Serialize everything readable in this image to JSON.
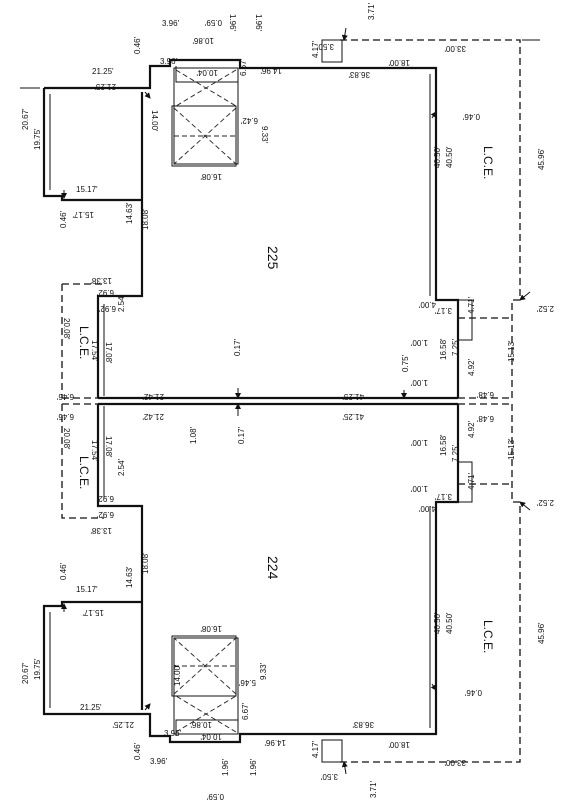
{
  "units": {
    "north": {
      "number": "225",
      "lce_upper": "L.C.E.",
      "lce_lower": "L.C.E.",
      "dims": {
        "d_20_67": "20.67'",
        "d_19_75": "19.75'",
        "d_21_25a": "21.25'",
        "d_21_25b": "21.25'",
        "d_0_46a": "0.46'",
        "d_3_96a": "3.96'",
        "d_3_96b": "3.96'",
        "d_0_59": "0.59'",
        "d_10_86": "10.86'",
        "d_10_04": "10.04'",
        "d_1_96a": "1.96'",
        "d_1_96b": "1.96'",
        "d_14_96": "14.96'",
        "d_14_00": "14.00'",
        "d_6_42": "6.42'",
        "d_9_33": "9.33'",
        "d_16_08": "16.08'",
        "d_6_67": "6.67'",
        "d_4_17": "4.17'",
        "d_3_50": "3.50'",
        "d_3_71": "3.71'",
        "d_36_83": "36.83'",
        "d_18_00": "18.00'",
        "d_33_00": "33.00'",
        "d_0_46b": "0.46'",
        "d_40_50a": "40.50'",
        "d_40_50b": "40.50'",
        "d_45_96": "45.96'",
        "d_15_17a": "15.17'",
        "d_15_17b": "15.17'",
        "d_0_46c": "0.46'",
        "d_14_63": "14.63'",
        "d_18_08": "18.08'",
        "d_13_38": "13.38'",
        "d_6_92a": "6.92'",
        "d_6_92b": "6.92'",
        "d_2_54": "2.54'",
        "d_20_08": "20.08'",
        "d_17_54": "17.54'",
        "d_17_08": "17.08'",
        "d_4_00": "4.00'",
        "d_3_17": "3.17'",
        "d_4_71": "4.71'",
        "d_1_00a": "1.00'",
        "d_1_00b": "1.00'",
        "d_16_58": "16.58'",
        "d_7_25": "7.25'",
        "d_4_92": "4.92'",
        "d_2_52": "2.52'",
        "d_15_13": "15.13'"
      }
    },
    "south": {
      "number": "224",
      "lce_upper": "L.C.E.",
      "lce_lower": "L.C.E.",
      "dims": {
        "d_20_67": "20.67'",
        "d_19_75": "19.75'",
        "d_21_25a": "21.25'",
        "d_21_25b": "21.25'",
        "d_0_46a": "0.46'",
        "d_3_96a": "3.96'",
        "d_3_96b": "3.96'",
        "d_0_59": "0.59'",
        "d_10_86": "10.86'",
        "d_10_04": "10.04'",
        "d_1_96a": "1.96'",
        "d_1_96b": "1.96'",
        "d_14_96": "14.96'",
        "d_14_00": "14.00'",
        "d_5_46": "5.46'",
        "d_9_33": "9.33'",
        "d_16_08": "16.08'",
        "d_6_67": "6.67'",
        "d_4_17": "4.17'",
        "d_3_50": "3.50'",
        "d_3_71": "3.71'",
        "d_36_83": "36.83'",
        "d_18_00": "18.00'",
        "d_33_00": "33.00'",
        "d_0_46b": "0.46'",
        "d_40_50a": "40.50'",
        "d_40_50b": "40.50'",
        "d_45_96": "45.96'",
        "d_15_17a": "15.17'",
        "d_15_17b": "15.17'",
        "d_0_46c": "0.46'",
        "d_14_63": "14.63'",
        "d_18_08": "18.08'",
        "d_13_38": "13.38'",
        "d_6_92a": "6.92'",
        "d_6_92b": "6.92'",
        "d_2_54": "2.54'",
        "d_20_08": "20.08'",
        "d_17_54": "17.54'",
        "d_17_08": "17.08'",
        "d_4_00": "4.00'",
        "d_3_17": "3.17'",
        "d_4_71": "4.71'",
        "d_1_00a": "1.00'",
        "d_1_00b": "1.00'",
        "d_16_58": "16.58'",
        "d_7_25": "7.25'",
        "d_4_92": "4.92'",
        "d_2_52": "2.52'",
        "d_15_13": "15.13'"
      }
    }
  },
  "party_wall": {
    "d_6_46a": "6.46'",
    "d_6_46b": "6.46'",
    "d_21_42a": "21.42'",
    "d_21_42b": "21.42'",
    "d_41_25a": "41.25'",
    "d_41_25b": "41.25'",
    "d_0_17a": "0.17'",
    "d_0_17b": "0.17'",
    "d_1_08": "1.08'",
    "d_0_75": "0.75'",
    "d_6_48a": "6.48'",
    "d_6_48b": "6.48'"
  }
}
